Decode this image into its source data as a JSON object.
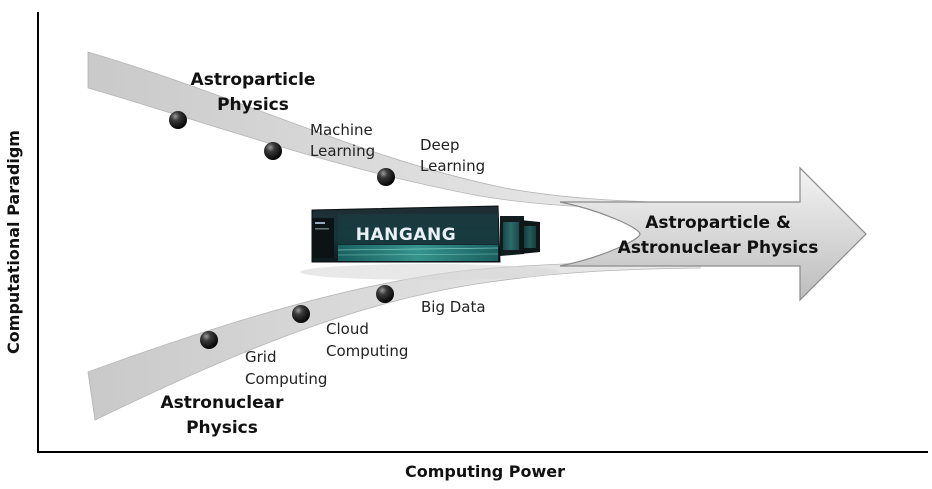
{
  "axes": {
    "x_title": "Computing Power",
    "y_title": "Computational Paradigm"
  },
  "upper_stream": {
    "title_line1": "Astroparticle",
    "title_line2": "Physics",
    "stage1_line1": "Machine",
    "stage1_line2": "Learning",
    "stage2_line1": "Deep",
    "stage2_line2": "Learning"
  },
  "lower_stream": {
    "title_line1": "Astronuclear",
    "title_line2": "Physics",
    "stage1_line1": "Grid",
    "stage1_line2": "Computing",
    "stage2_line1": "Cloud",
    "stage2_line2": "Computing",
    "stage3": "Big Data"
  },
  "merged": {
    "line1": "Astroparticle &",
    "line2": "Astronuclear Physics"
  },
  "supercomputer": {
    "name": "HANGANG"
  }
}
